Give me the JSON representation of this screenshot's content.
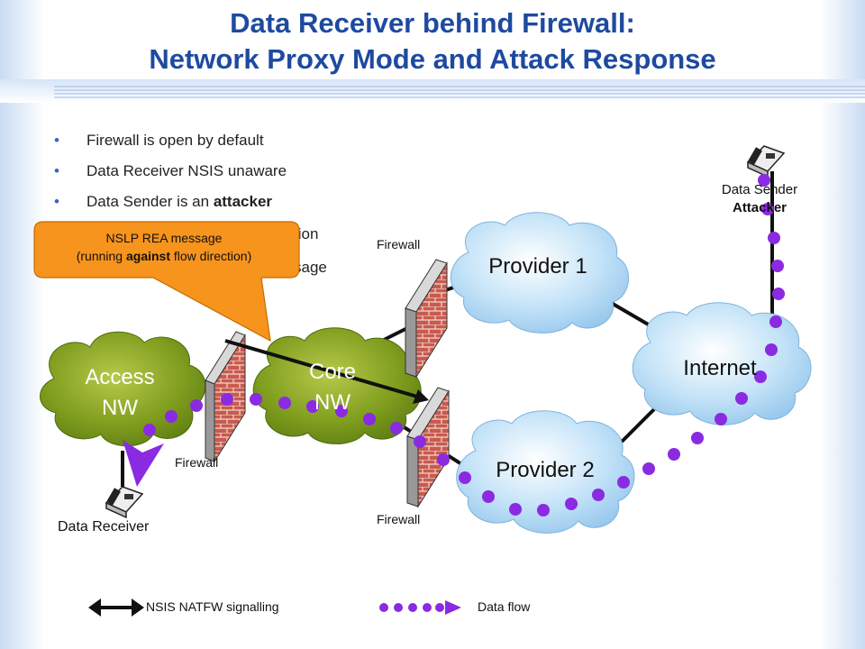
{
  "title": {
    "line1": "Data Receiver behind Firewall:",
    "line2": "Network Proxy Mode and Attack Response"
  },
  "bullets": [
    "Firewall is open by default",
    "Data Receiver NSIS unaware"
  ],
  "bullet3": {
    "text": "Data Sender is an ",
    "bold": "attacker"
  },
  "bullet4_visible": "tion",
  "bullet5_visible": "sage",
  "callout": {
    "line1": "NSLP REA message",
    "line2_pre": "(running ",
    "line2_bold": "against",
    "line2_post": " flow direction)"
  },
  "clouds": {
    "access": [
      "Access",
      "NW"
    ],
    "core": [
      "Core",
      "NW"
    ],
    "provider1": "Provider 1",
    "provider2": "Provider 2",
    "internet": "Internet"
  },
  "firewall_label": "Firewall",
  "data_sender": {
    "line1": "Data Sender",
    "line2": "Attacker"
  },
  "data_receiver": "Data Receiver",
  "legend": {
    "signalling": "NSIS NATFW signalling",
    "dataflow": "Data flow"
  },
  "colors": {
    "title": "#1e4aa0",
    "data_flow": "#8a2be2",
    "callout": "#f7941d",
    "access_cloud": "#6f8f1a",
    "blue_cloud": "#b8dcf5",
    "firewall": "#b5443a"
  },
  "icons": [
    "phone-icon",
    "firewall-icon",
    "cloud-icon",
    "double-arrow-icon",
    "arrowhead-icon"
  ]
}
